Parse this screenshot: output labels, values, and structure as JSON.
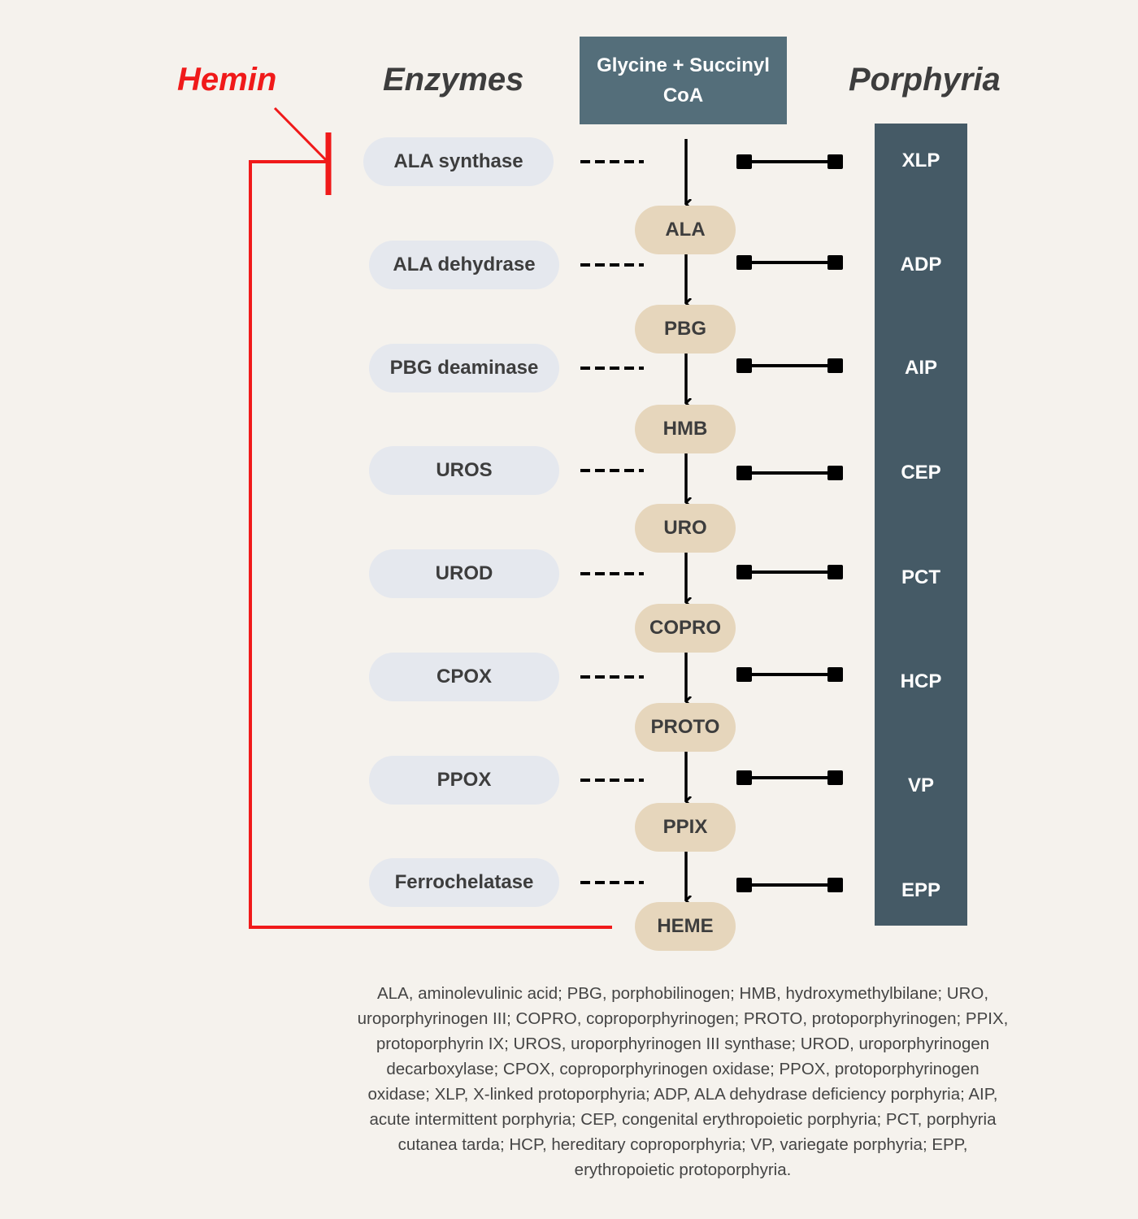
{
  "headings": {
    "hemin": "Hemin",
    "enzymes": "Enzymes",
    "porphyria": "Porphyria"
  },
  "start": "Glycine + Succinyl CoA",
  "enzymes": [
    "ALA synthase",
    "ALA dehydrase",
    "PBG deaminase",
    "UROS",
    "UROD",
    "CPOX",
    "PPOX",
    "Ferrochelatase"
  ],
  "metabolites": [
    "ALA",
    "PBG",
    "HMB",
    "URO",
    "COPRO",
    "PROTO",
    "PPIX",
    "HEME"
  ],
  "porphyrias": [
    "XLP",
    "ADP",
    "AIP",
    "CEP",
    "PCT",
    "HCP",
    "VP",
    "EPP"
  ],
  "colors": {
    "inhibition": "#f01a1a",
    "start_box": "#546e7a",
    "disease_column": "#455a66",
    "metabolite": "#e6d6bc",
    "enzyme": "#e5e8ee"
  },
  "caption_lines": [
    "ALA, aminolevulinic acid; PBG, porphobilinogen; HMB, hydroxymethylbilane; URO,",
    "uroporphyrinogen III; COPRO, coproporphyrinogen; PROTO, protoporphyrinogen; PPIX,",
    "protoporphyrin IX; UROS, uroporphyrinogen III synthase; UROD, uroporphyrinogen",
    "decarboxylase; CPOX, coproporphyrinogen oxidase; PPOX, protoporphyrinogen",
    "oxidase; XLP, X-linked protoporphyria; ADP, ALA dehydrase deficiency porphyria; AIP,",
    "acute intermittent porphyria; CEP, congenital erythropoietic porphyria; PCT, porphyria",
    "cutanea tarda; HCP, hereditary coproporphyria; VP, variegate porphyria; EPP,",
    "erythropoietic protoporphyria."
  ]
}
